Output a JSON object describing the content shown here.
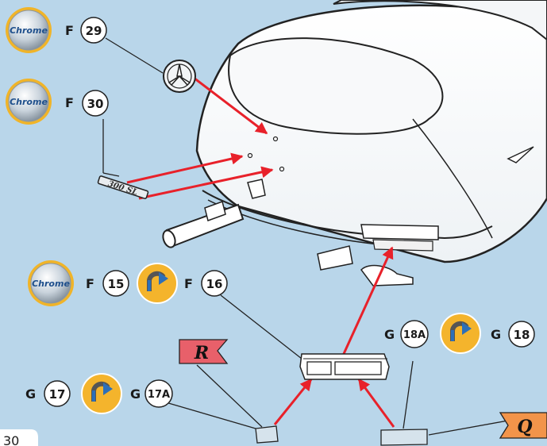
{
  "parts": {
    "f29": {
      "letter": "F",
      "number": "29"
    },
    "f30": {
      "letter": "F",
      "number": "30"
    },
    "f15": {
      "letter": "F",
      "number": "15"
    },
    "f16": {
      "letter": "F",
      "number": "16"
    },
    "g17": {
      "letter": "G",
      "number": "17"
    },
    "g17a": {
      "letter": "G",
      "number": "17A"
    },
    "g18a": {
      "letter": "G",
      "number": "18A"
    },
    "g18": {
      "letter": "G",
      "number": "18"
    }
  },
  "chrome_badge_label": "Chrome",
  "emblem_text": "300 SL",
  "flags": {
    "r": "R",
    "q": "Q"
  },
  "page_number": "30",
  "colors": {
    "background": "#b9d6ea",
    "arrow": "#e8212a",
    "badge_ring": "#f0b429",
    "flag_r": "#e8606a",
    "flag_q": "#f2944a",
    "rotate_badge": "#f4b42c"
  },
  "icons": [
    "chrome-badge-icon",
    "rotate-arrow-icon",
    "flag-icon",
    "mercedes-star-icon"
  ]
}
